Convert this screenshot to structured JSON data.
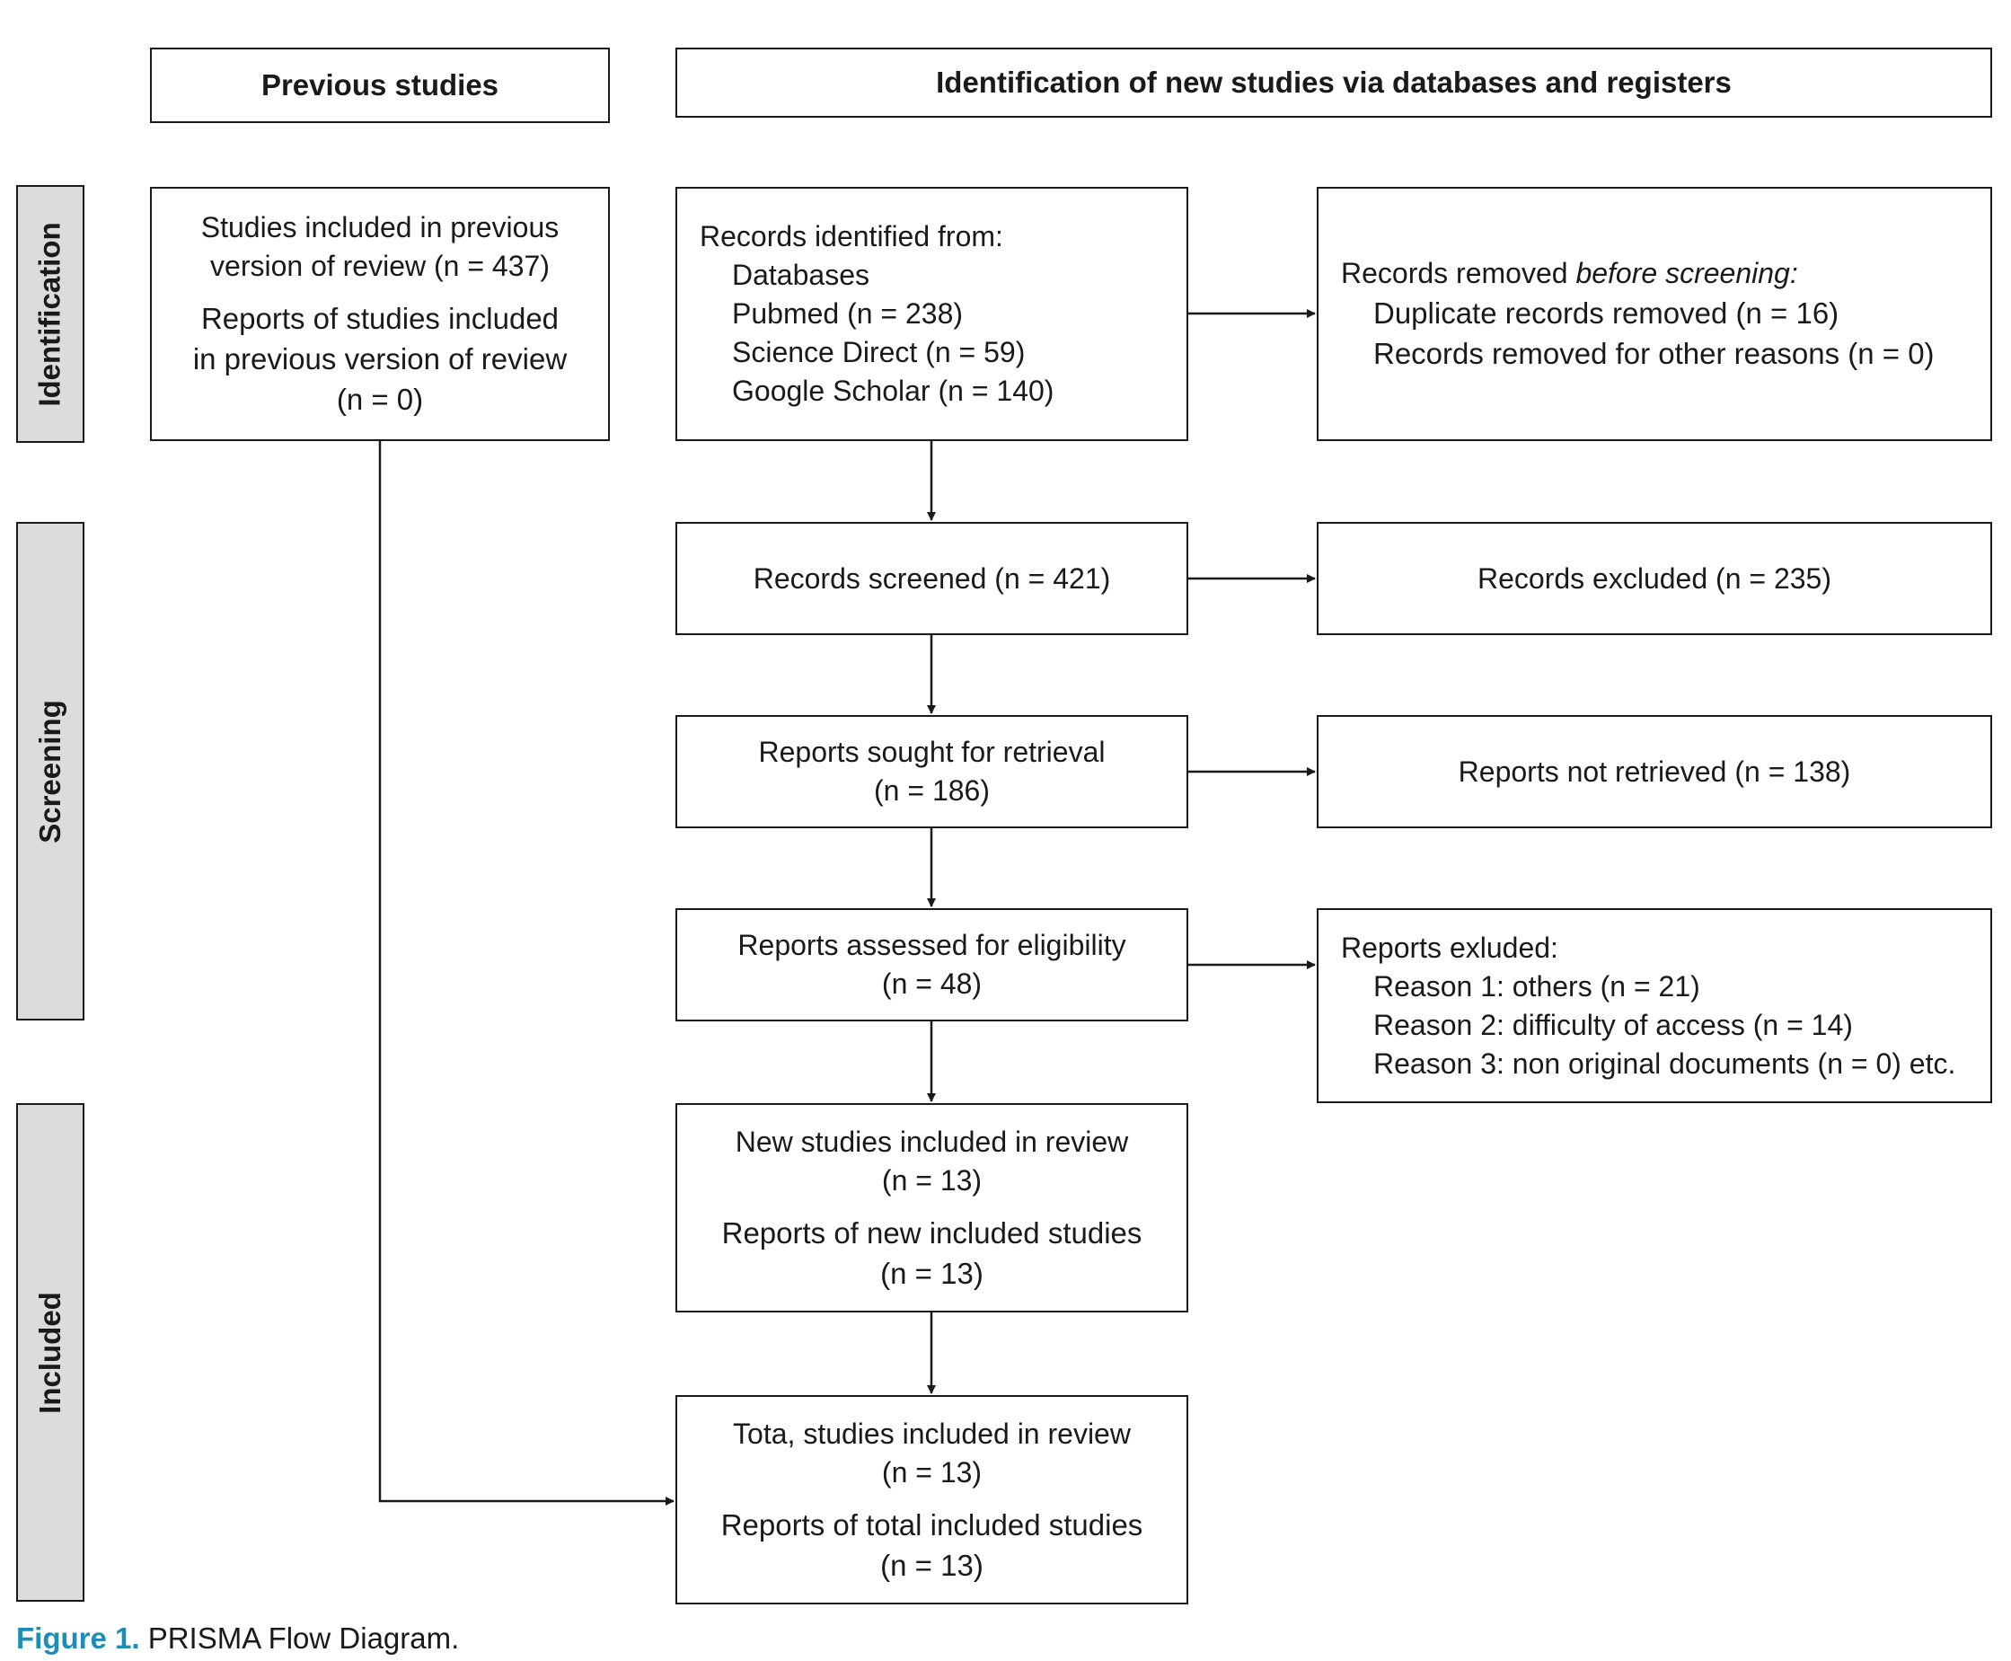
{
  "headers": {
    "previous": "Previous studies",
    "new": "Identification of new studies via databases and registers"
  },
  "phases": {
    "identification": "Identification",
    "screening": "Screening",
    "included": "Included"
  },
  "previous_box": {
    "line1": "Studies included in previous",
    "line2": "version of review (n = 437)",
    "line3": "Reports of studies included",
    "line4": "in previous version of review",
    "line5": "(n = 0)"
  },
  "identified": {
    "heading": "Records identified from:",
    "items": [
      "Databases",
      "Pubmed (n = 238)",
      "Science Direct (n = 59)",
      "Google Scholar (n = 140)"
    ]
  },
  "removed": {
    "heading_plain": "Records removed ",
    "heading_italic": "before screening:",
    "items": [
      "Duplicate records removed (n = 16)",
      "Records removed for other reasons (n = 0)"
    ]
  },
  "screened": {
    "text": "Records screened (n = 421)"
  },
  "excluded": {
    "text": "Records excluded (n = 235)"
  },
  "sought": {
    "line1": "Reports sought for retrieval",
    "line2": "(n = 186)"
  },
  "not_retrieved": {
    "text": "Reports not retrieved (n = 138)"
  },
  "assessed": {
    "line1": "Reports assessed for eligibility",
    "line2": "(n = 48)"
  },
  "reports_excluded": {
    "heading": "Reports exluded:",
    "items": [
      "Reason 1: others (n = 21)",
      "Reason 2: difficulty of access (n = 14)",
      "Reason 3: non original documents (n = 0) etc."
    ]
  },
  "new_included": {
    "line1": "New studies included in review",
    "line2": "(n = 13)",
    "line3": "Reports of new included studies",
    "line4": "(n = 13)"
  },
  "total_included": {
    "line1": "Tota, studies included in review",
    "line2": "(n = 13)",
    "line3": "Reports of total included studies",
    "line4": "(n = 13)"
  },
  "caption": {
    "label": "Figure 1.",
    "text": " PRISMA Flow Diagram."
  },
  "colors": {
    "caption_label": "#1e8db5",
    "phase_fill": "#dcdcdc",
    "stroke": "#1a1a1a"
  }
}
